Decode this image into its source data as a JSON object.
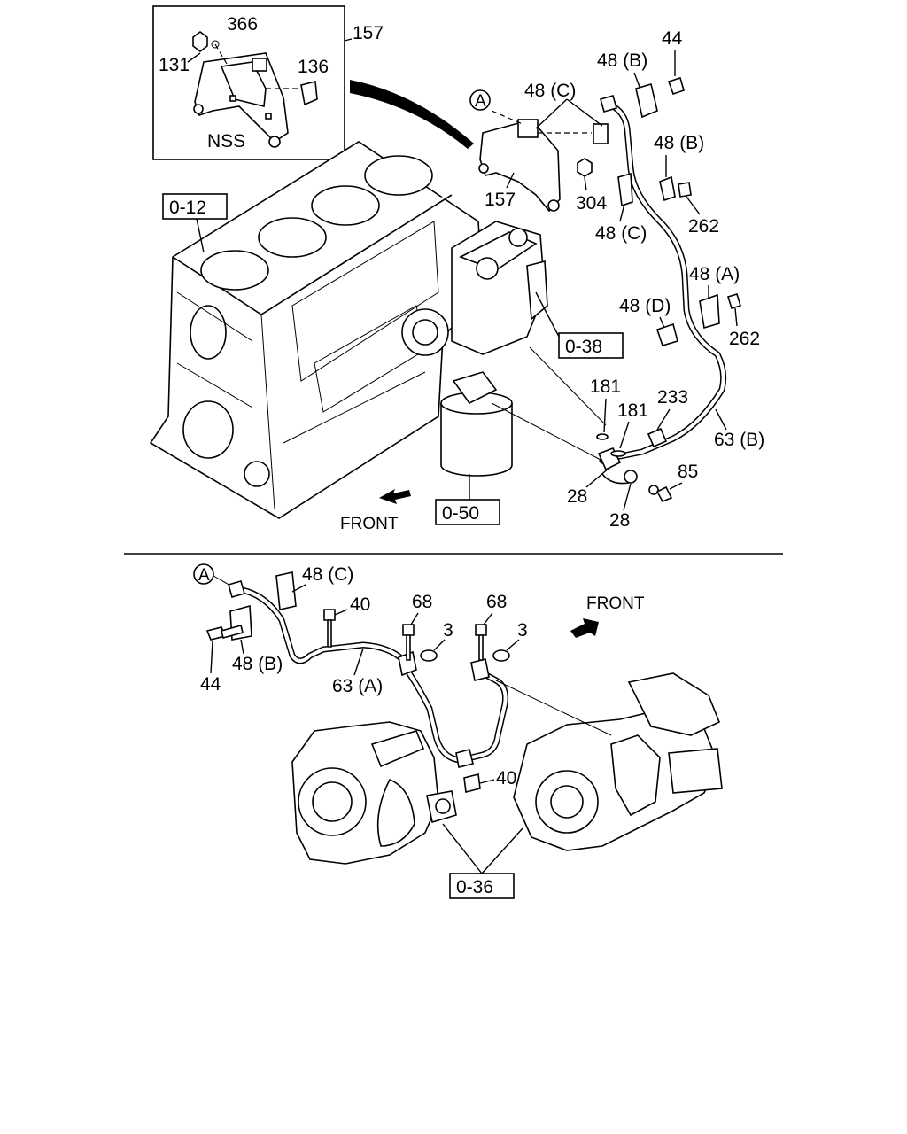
{
  "top_section": {
    "inset_labels": {
      "n366": "366",
      "n157": "157",
      "n131": "131",
      "n136": "136",
      "nss": "NSS"
    },
    "labels": {
      "n44": "44",
      "n48b_top": "48 (B)",
      "n48c_top": "48 (C)",
      "circle_a": "A",
      "n48b_mid": "48 (B)",
      "n157_bracket": "157",
      "n304": "304",
      "n48c_mid": "48 (C)",
      "n262_top": "262",
      "n48a": "48 (A)",
      "n48d": "48 (D)",
      "n262_mid": "262",
      "n181_a": "181",
      "n181_b": "181",
      "n233": "233",
      "n63b": "63 (B)",
      "n85": "85",
      "n28_a": "28",
      "n28_b": "28",
      "front": "FRONT"
    },
    "ref_boxes": {
      "block": "0-12",
      "compressor": "0-38",
      "filter": "0-50"
    }
  },
  "bottom_section": {
    "labels": {
      "circle_a": "A",
      "n48c": "48 (C)",
      "n40_top": "40",
      "n68_a": "68",
      "n68_b": "68",
      "n3_a": "3",
      "n3_b": "3",
      "front": "FRONT",
      "n44": "44",
      "n48b": "48 (B)",
      "n63a": "63 (A)",
      "n40_bottom": "40"
    },
    "ref_boxes": {
      "turbo": "0-36"
    }
  }
}
